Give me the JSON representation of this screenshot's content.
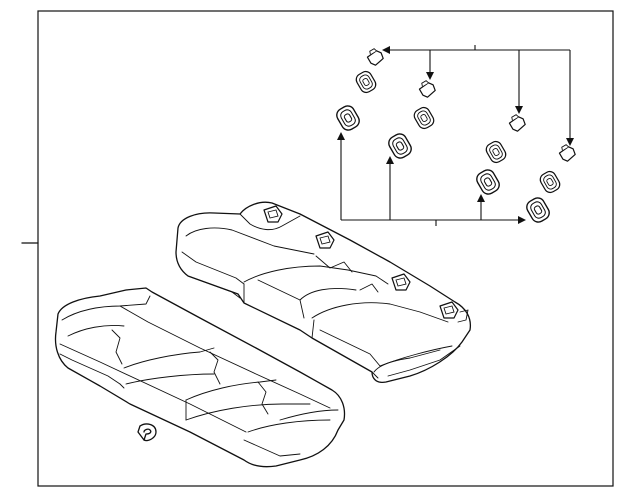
{
  "diagram": {
    "description_visible_text": "",
    "parts": [
      {
        "id": "seat-back",
        "kind": "rear-seat-back-assembly"
      },
      {
        "id": "seat-cushion",
        "kind": "rear-seat-cushion"
      },
      {
        "id": "clip-hook",
        "kind": "hook-clip"
      },
      {
        "id": "clip-group",
        "kind": "retainer-clip-set",
        "count": 12
      }
    ]
  }
}
